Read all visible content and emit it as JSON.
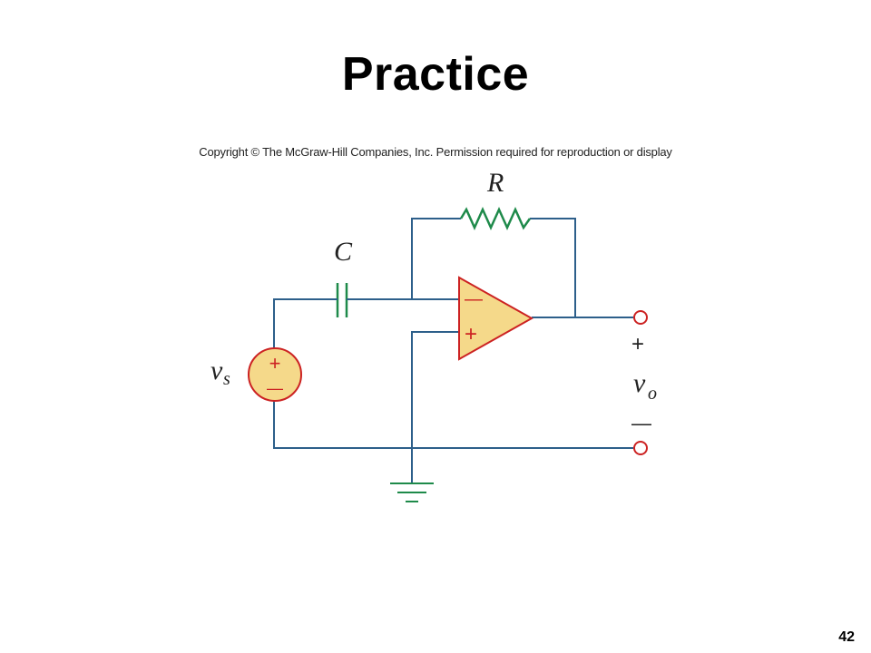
{
  "slide": {
    "title": "Practice",
    "copyright": "Copyright © The McGraw-Hill Companies, Inc. Permission required for reproduction or display",
    "page_number": "42"
  },
  "circuit": {
    "labels": {
      "resistor": "R",
      "capacitor": "C",
      "source": "v",
      "source_sub": "s",
      "output": "v",
      "output_sub": "o",
      "output_plus": "+",
      "output_minus": "—",
      "opamp_inverting": "—",
      "opamp_noninverting": "+",
      "source_plus": "+",
      "source_minus": "—"
    },
    "colors": {
      "wire": "#2d5f8a",
      "component": "#1e8a4a",
      "terminal": "#cc2222",
      "opamp_fill": "#f5d98a",
      "opamp_stroke": "#cc2222",
      "source_fill": "#f5d98a",
      "source_stroke": "#cc2222"
    }
  }
}
